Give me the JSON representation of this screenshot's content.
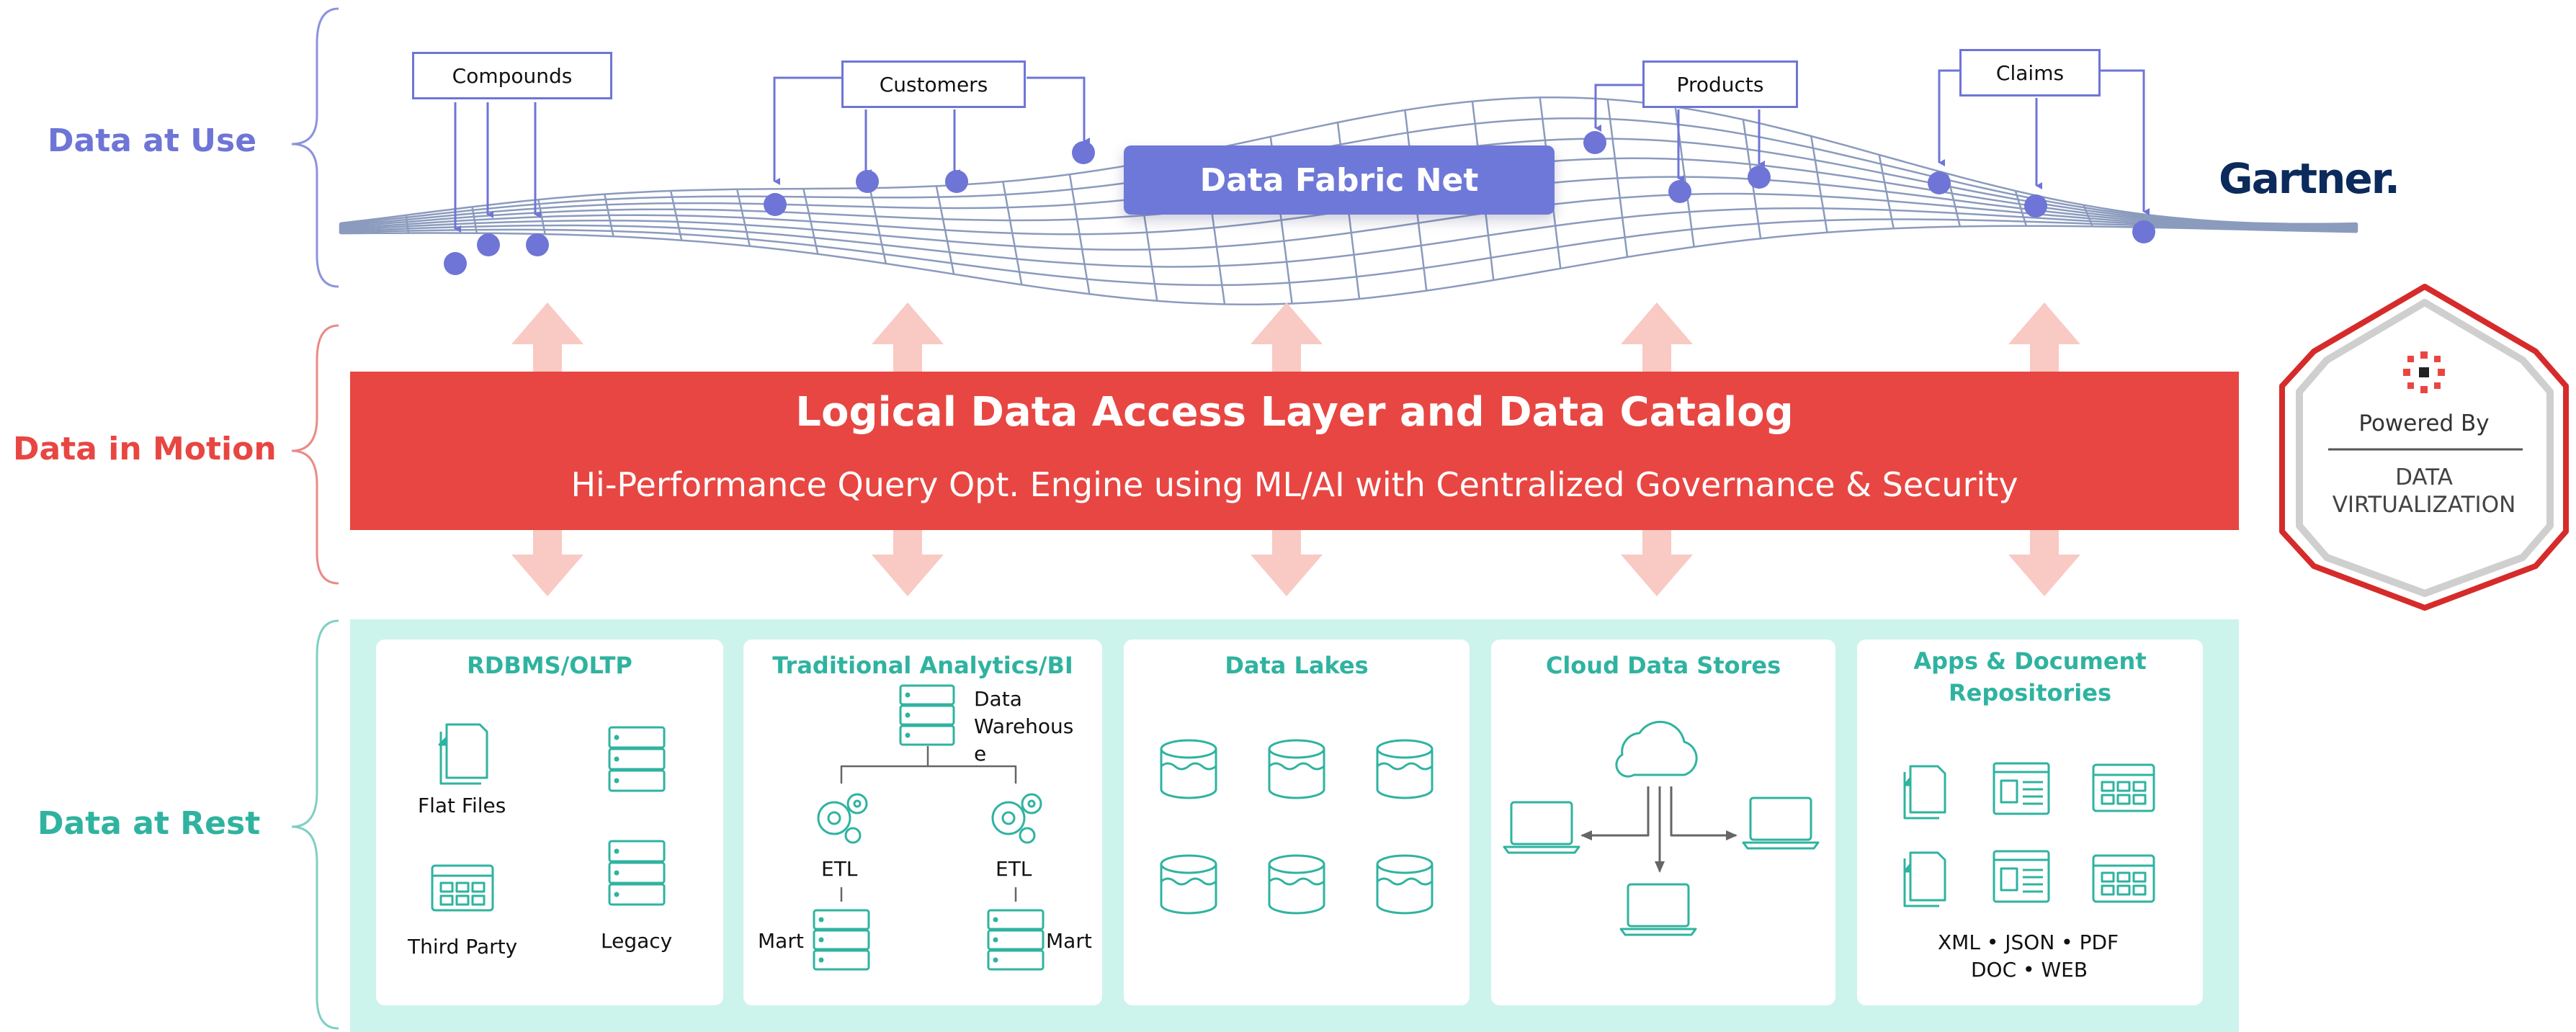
{
  "layers": {
    "use": {
      "label": "Data at Use",
      "color": "#6e75d6"
    },
    "motion": {
      "label": "Data in Motion",
      "color": "#e84642"
    },
    "rest": {
      "label": "Data at Rest",
      "color": "#2fb3a0"
    }
  },
  "fabric": {
    "net_label": "Data Fabric Net",
    "entities": [
      "Compounds",
      "Customers",
      "Products",
      "Claims"
    ]
  },
  "brand": "Gartner.",
  "access_layer": {
    "title": "Logical Data Access Layer and Data Catalog",
    "subtitle": "Hi-Performance Query Opt. Engine using ML/AI with Centralized Governance & Security"
  },
  "badge": {
    "line1": "Powered By",
    "line2": "DATA",
    "line3": "VIRTUALIZATION"
  },
  "sources": {
    "rdbms": {
      "title": "RDBMS/OLTP",
      "items": [
        "Flat Files",
        "Third Party",
        "Legacy"
      ]
    },
    "analytics": {
      "title": "Traditional Analytics/BI",
      "dw_lines": [
        "Data",
        "Warehous",
        "e"
      ],
      "etl": "ETL",
      "mart": "Mart"
    },
    "lakes": {
      "title": "Data Lakes"
    },
    "cloud": {
      "title": "Cloud Data Stores"
    },
    "apps": {
      "title_lines": [
        "Apps & Document",
        "Repositories"
      ],
      "formats_lines": [
        "XML • JSON • PDF",
        "DOC • WEB"
      ]
    }
  },
  "colors": {
    "purple": "#6e75d6",
    "red": "#e84642",
    "teal": "#2fb3a0",
    "arrow": "#f9c9c4",
    "mesh": "#8b9bbd"
  }
}
